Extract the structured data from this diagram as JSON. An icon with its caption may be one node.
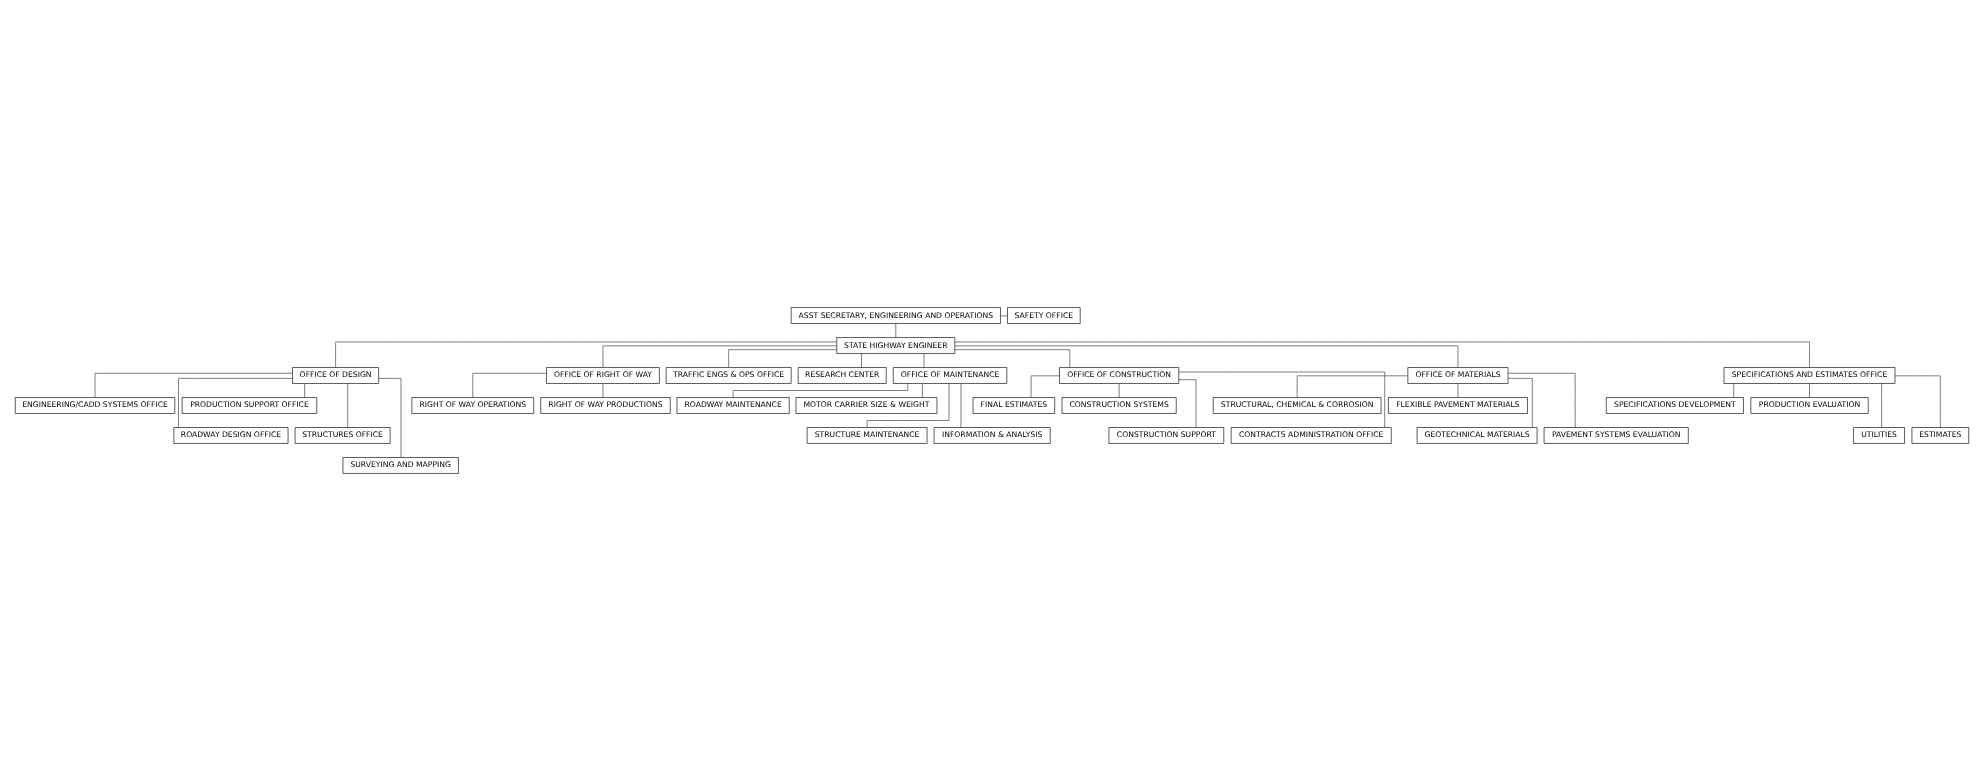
{
  "diagram": {
    "nodes": [
      {
        "text": [
          "ASST SECRETARY, ENGINEERING AND OPERATIONS"
        ]
      },
      {
        "text": [
          "STATE HIGHWAY ENGINEER"
        ]
      },
      {
        "text": [
          "SAFETY OFFICE"
        ]
      },
      {
        "text": [
          "OFFICE OF DESIGN"
        ]
      },
      {
        "text": [
          "OFFICE OF RIGHT OF WAY"
        ]
      },
      {
        "text": [
          "ENGINEERING/CADD SYSTEMS OFFICE"
        ]
      },
      {
        "text": [
          "PRODUCTION SUPPORT OFFICE"
        ]
      },
      {
        "text": [
          "RIGHT OF WAY OPERATIONS"
        ]
      },
      {
        "text": [
          "RIGHT OF WAY PRODUCTIONS"
        ]
      },
      {
        "text": [
          "ROADWAY DESIGN OFFICE"
        ]
      },
      {
        "text": [
          "STRUCTURES OFFICE"
        ]
      },
      {
        "text": [
          "SURVEYING AND MAPPING"
        ]
      },
      {
        "text": [
          "TRAFFIC ENGS & OPS OFFICE"
        ]
      },
      {
        "text": [
          "RESEARCH CENTER"
        ]
      },
      {
        "text": [
          "OFFICE OF MAINTENANCE"
        ]
      },
      {
        "text": [
          "OFFICE OF CONSTRUCTION"
        ]
      },
      {
        "text": [
          "ROADWAY MAINTENANCE"
        ]
      },
      {
        "text": [
          "MOTOR CARRIER SIZE & WEIGHT"
        ]
      },
      {
        "text": [
          "FINAL ESTIMATES"
        ]
      },
      {
        "text": [
          "CONSTRUCTION SYSTEMS"
        ]
      },
      {
        "text": [
          "STRUCTURE MAINTENANCE"
        ]
      },
      {
        "text": [
          "INFORMATION & ANALYSIS"
        ]
      },
      {
        "text": [
          "CONSTRUCTION SUPPORT"
        ]
      },
      {
        "text": [
          "CONTRACTS ADMINISTRATION OFFICE"
        ]
      },
      {
        "text": [
          "OFFICE OF MATERIALS"
        ]
      },
      {
        "text": [
          "SPECIFICATIONS AND ESTIMATES OFFICE"
        ]
      },
      {
        "text": [
          "STRUCTURAL, CHEMICAL & CORROSION"
        ]
      },
      {
        "text": [
          "FLEXIBLE PAVEMENT MATERIALS"
        ]
      },
      {
        "text": [
          "SPECIFICATIONS DEVELOPMENT"
        ]
      },
      {
        "text": [
          "PRODUCTION EVALUATION"
        ]
      },
      {
        "text": [
          "GEOTECHNICAL MATERIALS"
        ]
      },
      {
        "text": [
          "PAVEMENT SYSTEMS EVALUATION"
        ]
      },
      {
        "text": [
          "UTILITIES"
        ]
      },
      {
        "text": [
          "ESTIMATES"
        ]
      }
    ],
    "edges": [
      {
        "from": 0,
        "to": 1,
        "arrow": "none"
      },
      {
        "from": 0,
        "to": 2,
        "arrow": "none"
      },
      {
        "from": 1,
        "to": 3,
        "arrow": "none"
      },
      {
        "from": 1,
        "to": 4,
        "arrow": "none"
      },
      {
        "from": 1,
        "to": 12,
        "arrow": "none"
      },
      {
        "from": 1,
        "to": 13,
        "arrow": "none"
      },
      {
        "from": 1,
        "to": 14,
        "arrow": "none"
      },
      {
        "from": 1,
        "to": 15,
        "arrow": "none"
      },
      {
        "from": 1,
        "to": 24,
        "arrow": "none"
      },
      {
        "from": 1,
        "to": 25,
        "arrow": "none"
      },
      {
        "from": 3,
        "to": 5,
        "arrow": "none"
      },
      {
        "from": 3,
        "to": 6,
        "arrow": "none"
      },
      {
        "from": 3,
        "to": 9,
        "arrow": "none"
      },
      {
        "from": 3,
        "to": 10,
        "arrow": "none"
      },
      {
        "from": 3,
        "to": 11,
        "arrow": "none"
      },
      {
        "from": 4,
        "to": 7,
        "arrow": "none"
      },
      {
        "from": 4,
        "to": 8,
        "arrow": "none"
      },
      {
        "from": 14,
        "to": 16,
        "arrow": "none"
      },
      {
        "from": 14,
        "to": 17,
        "arrow": "none"
      },
      {
        "from": 14,
        "to": 20,
        "arrow": "none"
      },
      {
        "from": 14,
        "to": 21,
        "arrow": "none"
      },
      {
        "from": 15,
        "to": 18,
        "arrow": "none"
      },
      {
        "from": 15,
        "to": 19,
        "arrow": "none"
      },
      {
        "from": 15,
        "to": 22,
        "arrow": "none"
      },
      {
        "from": 15,
        "to": 23,
        "arrow": "none"
      },
      {
        "from": 24,
        "to": 26,
        "arrow": "none"
      },
      {
        "from": 24,
        "to": 27,
        "arrow": "none"
      },
      {
        "from": 24,
        "to": 30,
        "arrow": "none"
      },
      {
        "from": 24,
        "to": 31,
        "arrow": "none"
      },
      {
        "from": 25,
        "to": 28,
        "arrow": "none"
      },
      {
        "from": 25,
        "to": 29,
        "arrow": "none"
      },
      {
        "from": 25,
        "to": 32,
        "arrow": "none"
      },
      {
        "from": 25,
        "to": 33,
        "arrow": "none"
      }
    ]
  }
}
